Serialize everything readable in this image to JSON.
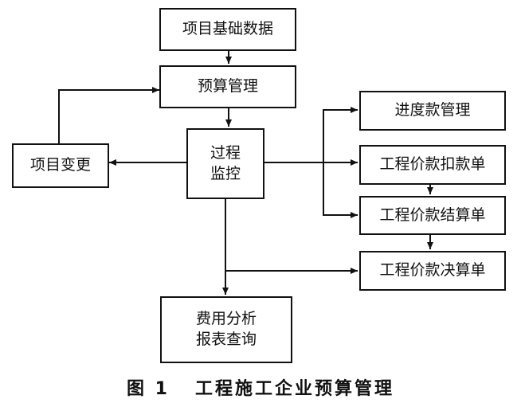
{
  "nodes": {
    "project_data": "项目基础数据",
    "budget_mgmt": "预算管理",
    "process_monitor": "过程\n监控",
    "project_change": "项目变更",
    "progress_payment": "进度款管理",
    "deduction": "工程价款扣款单",
    "settlement": "工程价款结算单",
    "final_account": "工程价款决算单",
    "cost_analysis": "费用分析\n报表查询"
  },
  "caption": "图 1   工程施工企业预算管理"
}
